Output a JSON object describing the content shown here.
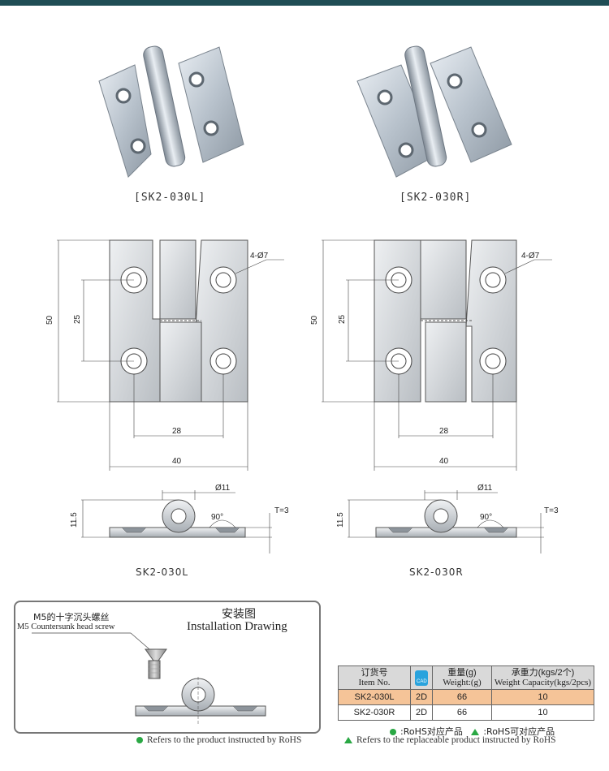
{
  "products": [
    {
      "caption": "[SK2-030L]",
      "model": "SK2-030L"
    },
    {
      "caption": "[SK2-030R]",
      "model": "SK2-030R"
    }
  ],
  "dimensions": {
    "height": "50",
    "hole_spacing_v": "25",
    "hole_spacing_h": "28",
    "width": "40",
    "holes": "4-Ø7",
    "pin_diameter": "Ø11",
    "side_height": "11.5",
    "countersink_angle": "90°",
    "thickness": "T=3"
  },
  "installation": {
    "title_cn": "安装图",
    "title_en": "Installation Drawing",
    "screw_cn": "M5的十字沉头螺丝",
    "screw_en": "M5 Countersunk head screw"
  },
  "table": {
    "headers": [
      {
        "cn": "订货号",
        "en": "Item No."
      },
      {
        "cn": "CAD",
        "en": ""
      },
      {
        "cn": "重量(g)",
        "en": "Weight:(g)"
      },
      {
        "cn": "承重力(kgs/2个)",
        "en": "Weight Capacity(kgs/2pcs)"
      }
    ],
    "rows": [
      {
        "item": "SK2-030L",
        "cad": "2D",
        "weight": "66",
        "capacity": "10"
      },
      {
        "item": "SK2-030R",
        "cad": "2D",
        "weight": "66",
        "capacity": "10"
      }
    ]
  },
  "legend": {
    "rohs_cn": ":RoHS对应产品",
    "rohs_alt_cn": ":RoHS可对应产品",
    "rohs_en": "Refers to the product instructed by RoHS",
    "rohs_alt_en": "Refers to the replaceable product instructed by RoHS"
  },
  "colors": {
    "accent": "#1f4d55",
    "highlight_row": "#f5c498",
    "rohs_green": "#2aa844",
    "cad_blue": "#29a3dd"
  }
}
